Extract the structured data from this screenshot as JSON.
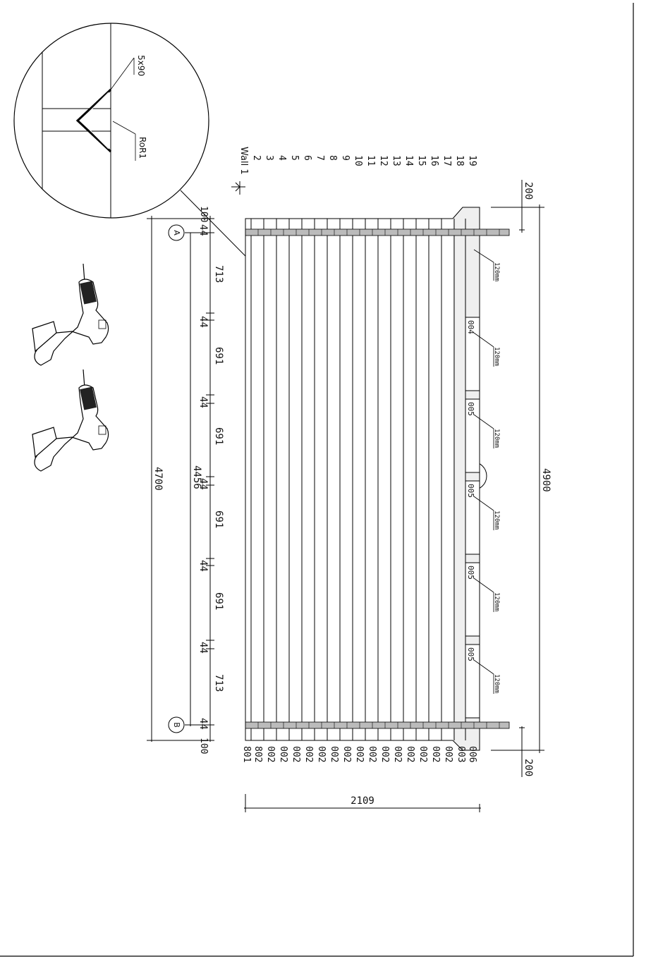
{
  "title": "Wall 1",
  "detail": {
    "screw_label": "5x90",
    "bracket_label": "RoR1"
  },
  "dimensions": {
    "overall_length": "4900",
    "wall_length": "4700",
    "inner_length": "4456",
    "height": "2109",
    "end_overhang_top": "200",
    "end_overhang_bottom": "200",
    "edge_top": "100",
    "edge_bottom": "100",
    "segments": [
      "44",
      "713",
      "44",
      "691",
      "44",
      "691",
      "44",
      "691",
      "44",
      "691",
      "44",
      "713",
      "44"
    ],
    "strip_width_label": "120mm"
  },
  "axes": {
    "start": "A",
    "end": "B"
  },
  "row_numbers": [
    "2",
    "3",
    "4",
    "5",
    "6",
    "7",
    "8",
    "9",
    "10",
    "11",
    "12",
    "13",
    "14",
    "15",
    "16",
    "17",
    "18",
    "19"
  ],
  "part_codes": {
    "bottom": [
      "801",
      "802",
      "002",
      "002",
      "002",
      "002",
      "002",
      "002",
      "002",
      "002",
      "002",
      "002",
      "002",
      "002",
      "002",
      "002",
      "002",
      "003",
      "006"
    ],
    "strips": [
      "004",
      "005",
      "005",
      "005",
      "005"
    ]
  },
  "icons": [
    "magnifier-circle-icon",
    "cordless-drill-icon",
    "cordless-drill-icon"
  ]
}
